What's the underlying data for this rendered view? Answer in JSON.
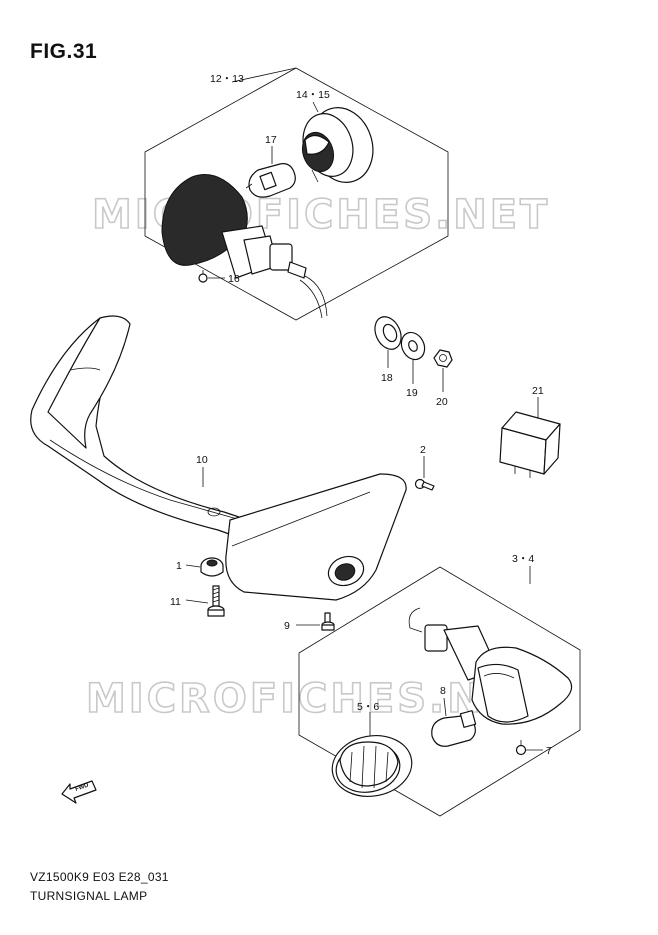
{
  "figure": {
    "title": "FIG.31",
    "model_code": "VZ1500K9 E03 E28_031",
    "name": "TURNSIGNAL LAMP"
  },
  "watermark": "MICROFICHES.NET",
  "fwd_label": "FWD",
  "labels": {
    "p1": "1",
    "p2": "2",
    "p3_4": "3・4",
    "p5_6": "5・6",
    "p7": "7",
    "p8": "8",
    "p9": "9",
    "p10": "10",
    "p11": "11",
    "p12_13": "12・13",
    "p14_15": "14・15",
    "p16": "16",
    "p17": "17",
    "p18": "18",
    "p19": "19",
    "p20": "20",
    "p21": "21"
  }
}
